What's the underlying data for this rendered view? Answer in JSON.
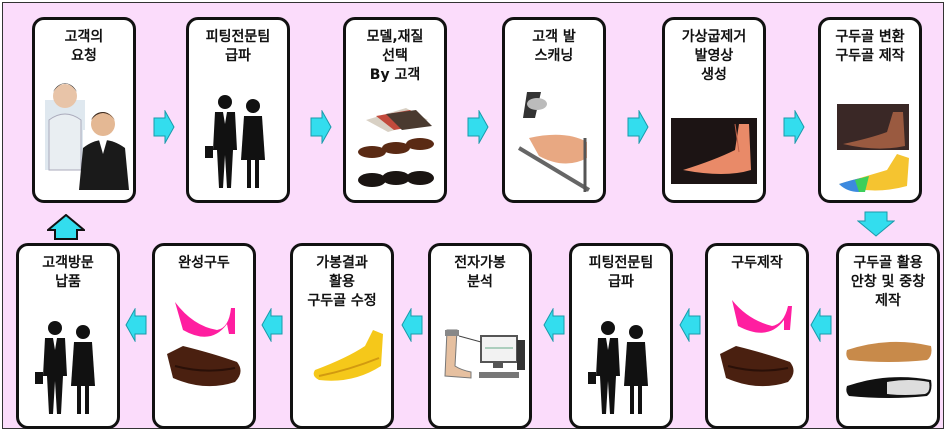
{
  "steps": [
    {
      "label": "고객의\n요청",
      "icon": "customer-portraits"
    },
    {
      "label": "피팅전문팀\n급파",
      "icon": "business-team"
    },
    {
      "label": "모델,재질\n선택\nBy 고객",
      "icon": "material-swatches-and-shoes"
    },
    {
      "label": "고객 발\n스캐닝",
      "icon": "foot-scanner"
    },
    {
      "label": "가상굽제거\n발영상\n생성",
      "icon": "foot-image"
    },
    {
      "label": "구두골 변환\n구두골 제작",
      "icon": "shoe-last"
    },
    {
      "label": "구두골 활용\n안창 및 중창\n제작",
      "icon": "insoles"
    },
    {
      "label": "구두제작",
      "icon": "shoes"
    },
    {
      "label": "피팅전문팀\n급파",
      "icon": "business-team"
    },
    {
      "label": "전자가봉\n분석",
      "icon": "computer-analysis"
    },
    {
      "label": "가봉결과\n활용\n구두골 수정",
      "icon": "yellow-shoe-last"
    },
    {
      "label": "완성구두",
      "icon": "finished-shoes"
    },
    {
      "label": "고객방문\n납품",
      "icon": "business-team"
    }
  ],
  "colors": {
    "background": "#fbdcfb",
    "arrow": "#33ddee",
    "border": "#111111"
  }
}
